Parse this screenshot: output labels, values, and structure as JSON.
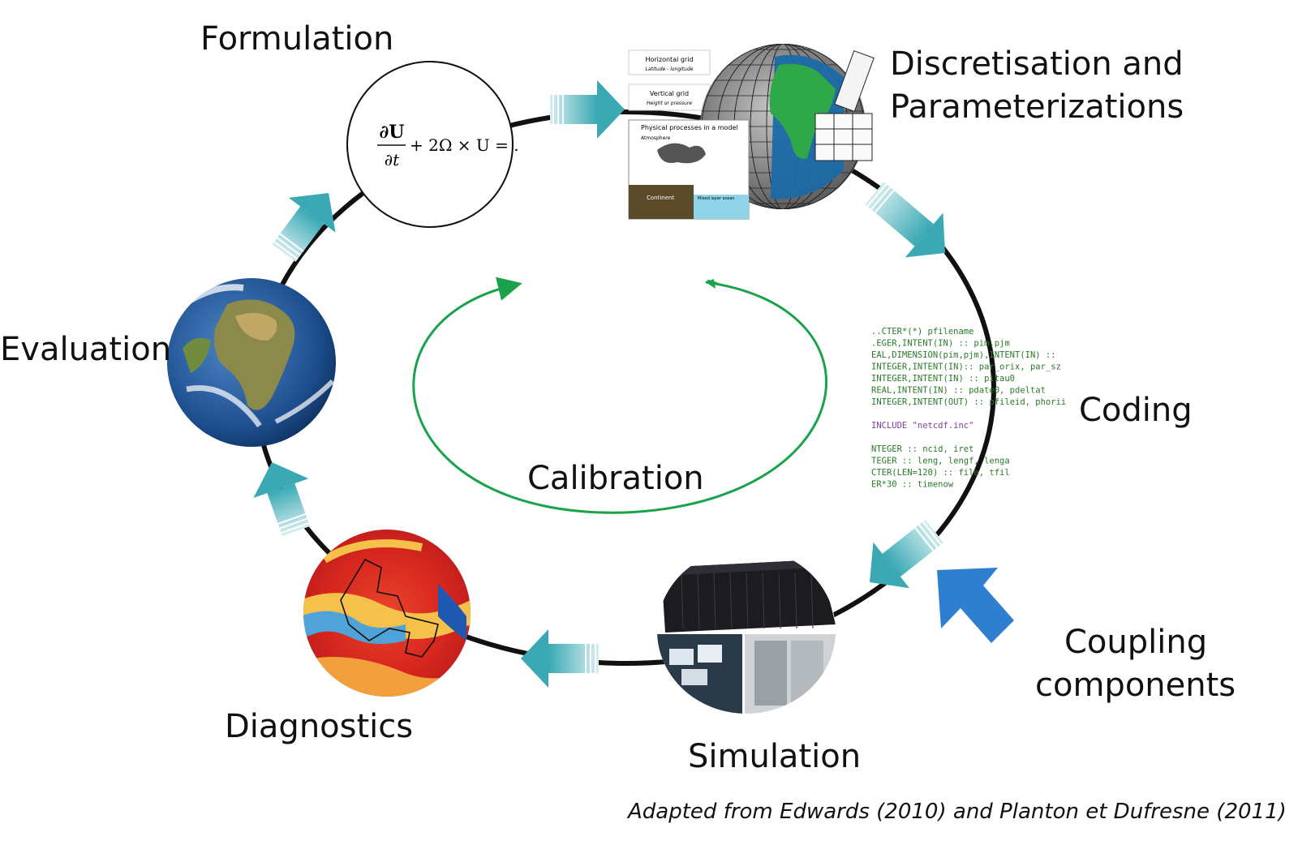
{
  "stages": {
    "formulation": "Formulation",
    "discretisation_line1": "Discretisation and",
    "discretisation_line2": "Parameterizations",
    "coding": "Coding",
    "simulation": "Simulation",
    "diagnostics": "Diagnostics",
    "evaluation": "Evaluation"
  },
  "center_label": "Calibration",
  "coupling_line1": "Coupling",
  "coupling_line2": "components",
  "equation": {
    "numerator": "∂U",
    "denominator": "∂t",
    "rest": "+ 2Ω × U = ."
  },
  "grid_panel": {
    "horizontal_title": "Horizontal grid",
    "horizontal_sub": "Latitude - longitude",
    "vertical_title": "Vertical grid",
    "vertical_sub": "Height or pressure",
    "processes_title": "Physical processes in a model",
    "atmosphere": "Atmosphere",
    "continent": "Continent",
    "mixed_layer": "Mixed layer ocean"
  },
  "code_lines": [
    "..CTER*(*) pfilename",
    ".EGER,INTENT(IN) :: pim,pjm",
    "EAL,DIMENSION(pim,pjm),INTENT(IN) ::",
    "INTEGER,INTENT(IN):: par_orix, par_sz",
    "INTEGER,INTENT(IN) :: pitau0",
    "REAL,INTENT(IN) :: pdate0, pdeltat",
    "INTEGER,INTENT(OUT) :: pfileid, phorii",
    "",
    "INCLUDE \"netcdf.inc\"",
    "",
    "NTEGER :: ncid, iret",
    "TEGER :: leng, lengf, lenga",
    "CTER(LEN=120) :: file, tfil",
    "ER*30 :: timenow"
  ],
  "credit": "Adapted from Edwards (2010) and Planton et Dufresne (2011)",
  "colors": {
    "teal": "#3aa9b4",
    "teal_light": "#d5eef0",
    "calibration_green": "#1aa34a",
    "coupling_blue": "#2f7fd0"
  }
}
